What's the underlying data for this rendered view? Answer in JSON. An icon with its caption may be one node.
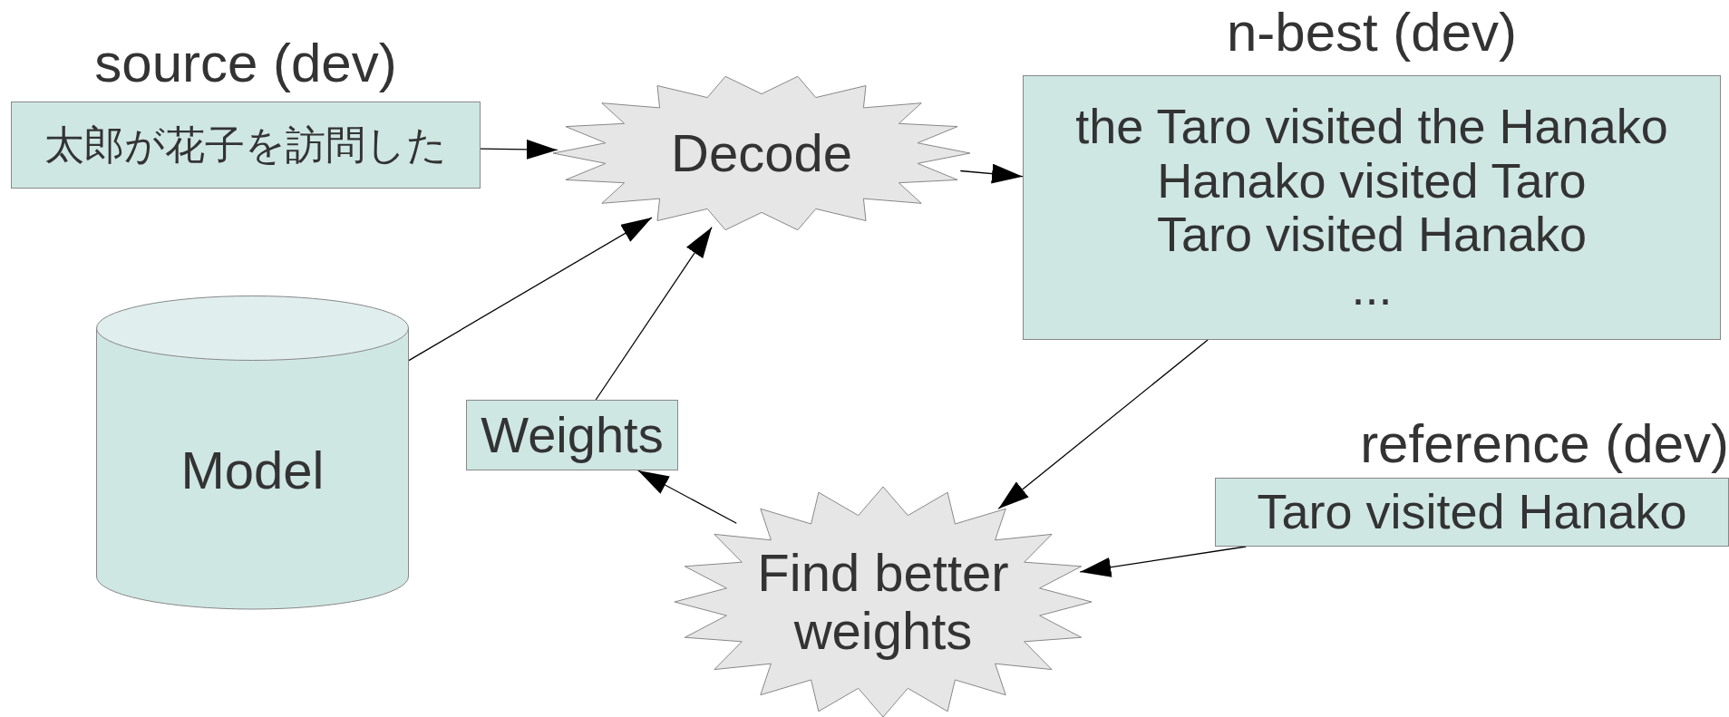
{
  "diagram": {
    "nodes": [
      {
        "text": [
          "source (dev)",
          "太郎が花子を訪問した"
        ]
      },
      {
        "text": [
          "Decode"
        ]
      },
      {
        "text": [
          "n-best (dev)",
          "the Taro visited the Hanako",
          "Hanako visited Taro",
          "Taro visited Hanako",
          "..."
        ]
      },
      {
        "text": [
          "Model"
        ]
      },
      {
        "text": [
          "Weights"
        ]
      },
      {
        "text": [
          "reference (dev)",
          "Taro visited Hanako"
        ]
      },
      {
        "text": [
          "Find better weights"
        ]
      }
    ],
    "edges": [
      {
        "from": 0,
        "to": 1,
        "arrow": "to"
      },
      {
        "from": 3,
        "to": 1,
        "arrow": "to"
      },
      {
        "from": 4,
        "to": 1,
        "arrow": "to"
      },
      {
        "from": 1,
        "to": 2,
        "arrow": "to"
      },
      {
        "from": 2,
        "to": 6,
        "arrow": "to"
      },
      {
        "from": 5,
        "to": 6,
        "arrow": "to"
      },
      {
        "from": 6,
        "to": 4,
        "arrow": "to"
      }
    ]
  }
}
